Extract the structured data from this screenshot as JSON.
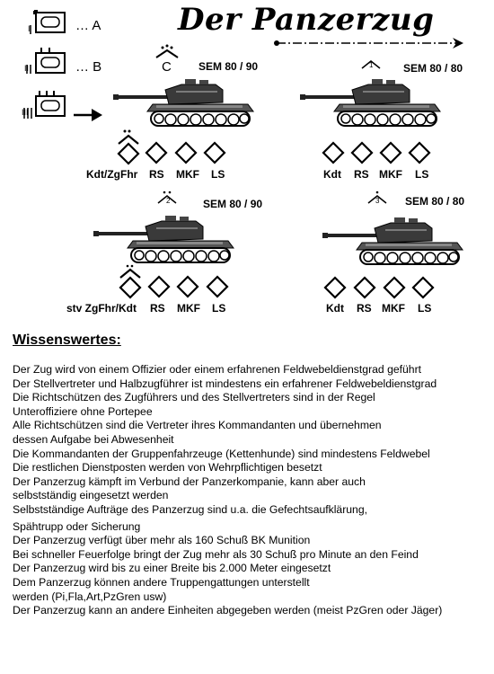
{
  "title": "Der Panzerzug",
  "legend": [
    {
      "roman": "I",
      "label": "A"
    },
    {
      "roman": "II",
      "label": "B"
    },
    {
      "roman": "III",
      "label": ""
    }
  ],
  "tanks": [
    {
      "id": "C",
      "sem": "SEM 80 / 90",
      "roles": [
        "Kdt/ZgFhr",
        "RS",
        "MKF",
        "LS"
      ]
    },
    {
      "id": "1",
      "sem": "SEM 80 / 80",
      "roles": [
        "Kdt",
        "RS",
        "MKF",
        "LS"
      ]
    },
    {
      "id": "2",
      "sem": "SEM 80 / 90",
      "roles": [
        "stv ZgFhr/Kdt",
        "RS",
        "MKF",
        "LS"
      ]
    },
    {
      "id": "3",
      "sem": "SEM 80 / 80",
      "roles": [
        "Kdt",
        "RS",
        "MKF",
        "LS"
      ]
    }
  ],
  "wissenswertes": {
    "heading": "Wissenswertes:",
    "lines": [
      "Der Zug wird von einem Offizier oder einem erfahrenen Feldwebeldienstgrad geführt",
      "Der Stellvertreter und Halbzugführer ist mindestens ein erfahrener Feldwebeldienstgrad",
      "Die Richtschützen des Zugführers und des Stellvertreters sind in der Regel",
      "Unteroffiziere ohne Portepee",
      "Alle Richtschützen sind die Vertreter ihres Kommandanten und übernehmen",
      "dessen Aufgabe bei Abwesenheit",
      "Die Kommandanten der Gruppenfahrzeuge (Kettenhunde) sind mindestens Feldwebel",
      "Die restlichen Dienstposten werden von Wehrpflichtigen besetzt",
      "Der Panzerzug kämpft im Verbund der Panzerkompanie, kann aber auch",
      "selbstständig eingesetzt werden",
      "Selbstständige Aufträge des Panzerzug sind u.a. die Gefechtsaufklärung,",
      "Spähtrupp oder Sicherung",
      "Der Panzerzug verfügt über mehr als 160 Schuß BK Munition",
      "Bei schneller Feuerfolge bringt der Zug mehr als 30 Schuß pro Minute an den Feind",
      "Der Panzerzug wird bis zu einer Breite bis 2.000 Meter eingesetzt",
      "Dem Panzerzug können andere Truppengattungen unterstellt",
      "werden (Pi,Fla,Art,PzGren usw)",
      "Der Panzerzug kann an andere Einheiten abgegeben werden (meist PzGren oder Jäger)"
    ]
  },
  "colors": {
    "ink": "#000000",
    "background": "#ffffff"
  }
}
